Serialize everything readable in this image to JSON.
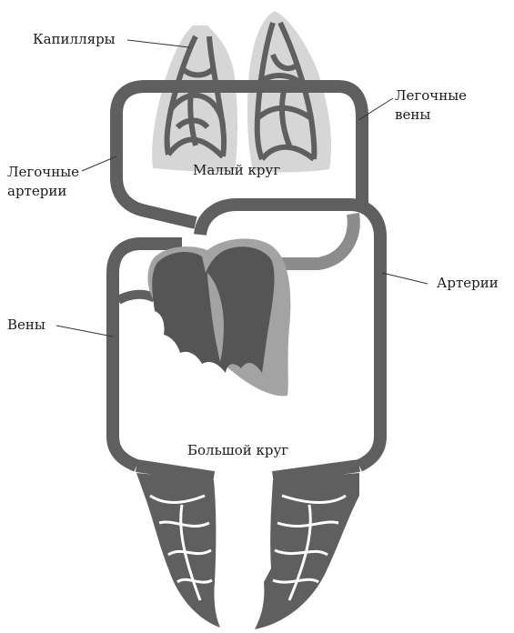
{
  "labels": {
    "capillaries": "Капилляры",
    "pulmonary_veins": [
      "Легочные",
      "вены"
    ],
    "pulmonary_arteries": [
      "Легочные",
      "артерии"
    ],
    "small_circle": "Малый круг",
    "arteries": "Артерии",
    "veins": "Вены",
    "big_circle": "Большой круг"
  },
  "colors": {
    "vein": "#5f5f5f",
    "artery": "#8c8c8c",
    "lung_bg": "#d6d6d6",
    "heart_light": "#a3a3a3",
    "heart_dark": "#555555",
    "label": "#1a1a1a"
  }
}
